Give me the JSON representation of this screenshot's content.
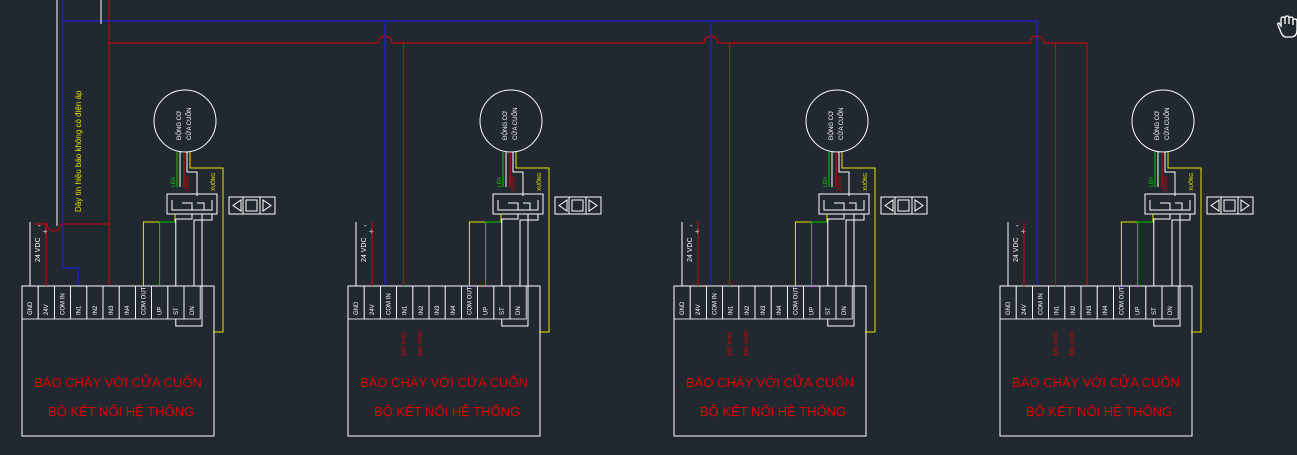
{
  "colors": {
    "background": "#212830",
    "blue_wire": "#1a1aff",
    "red_wire": "#e00000",
    "green_wire": "#00cc00",
    "yellow_wire": "#e6e600",
    "white_line": "#ffffff"
  },
  "signal_wire_label": "Dây tín hiệu báo không có điện áp",
  "pan_cursor_icon": "hand-pan-icon",
  "units": [
    {
      "terminals": [
        "GND",
        "24V",
        "COM IN",
        "IN1",
        "IN2",
        "IN3",
        "IN4",
        "COM OUT",
        "UP",
        "ST",
        "DN"
      ],
      "supply_label": "24 VDC",
      "plus_sign": "+",
      "minus_sign": "-",
      "in1_note": "",
      "in2_note": "",
      "motor_lines": [
        "ĐỘNG CƠ",
        "CỬA CUỐN"
      ],
      "switch_labels": [
        "LÊN",
        "DỪNG",
        "XUỐNG"
      ],
      "title": "BÁO  CHÁY VỚI CỬA CUỐN",
      "subtitle": "BỘ KẾT NỐI HỆ THỐNG"
    },
    {
      "terminals": [
        "GND",
        "24V",
        "COM IN",
        "IN1",
        "IN2",
        "IN3",
        "IN4",
        "COM OUT",
        "UP",
        "ST",
        "DN"
      ],
      "supply_label": "24 VDC",
      "plus_sign": "+",
      "minus_sign": "-",
      "in1_note": "BÁO KHÓI",
      "in2_note": "BÁO CHÁY",
      "motor_lines": [
        "ĐỘNG CƠ",
        "CỬA CUỐN"
      ],
      "switch_labels": [
        "LÊN",
        "DỪNG",
        "XUỐNG"
      ],
      "title": "BÁO  CHÁY VỚI CỬA CUỐN",
      "subtitle": "BỘ KẾT NỐI HỆ THỐNG"
    },
    {
      "terminals": [
        "GND",
        "24V",
        "COM IN",
        "IN1",
        "IN2",
        "IN3",
        "IN4",
        "COM OUT",
        "UP",
        "ST",
        "DN"
      ],
      "supply_label": "24 VDC",
      "plus_sign": "+",
      "minus_sign": "-",
      "in1_note": "BÁO KHÓI",
      "in2_note": "BÁO CHÁY",
      "motor_lines": [
        "ĐỘNG CƠ",
        "CỬA CUỐN"
      ],
      "switch_labels": [
        "LÊN",
        "DỪNG",
        "XUỐNG"
      ],
      "title": "BÁO  CHÁY VỚI CỬA CUỐN",
      "subtitle": "BỘ KẾT NỐI HỆ THỐNG"
    },
    {
      "terminals": [
        "GND",
        "24V",
        "COM IN",
        "IN1",
        "IN2",
        "IN3",
        "IN4",
        "COM OUT",
        "UP",
        "ST",
        "DN"
      ],
      "supply_label": "24 VDC",
      "plus_sign": "+",
      "minus_sign": "-",
      "in1_note": "BÁO KHÓI",
      "in2_note": "BÁO CHÁY",
      "motor_lines": [
        "ĐỘNG CƠ",
        "CỬA CUỐN"
      ],
      "switch_labels": [
        "LÊN",
        "DỪNG",
        "XUỐNG"
      ],
      "title": "BÁO  CHÁY VỚI CỬA CUỐN",
      "subtitle": "BỘ KẾT NỐI HỆ THỐNG"
    }
  ]
}
